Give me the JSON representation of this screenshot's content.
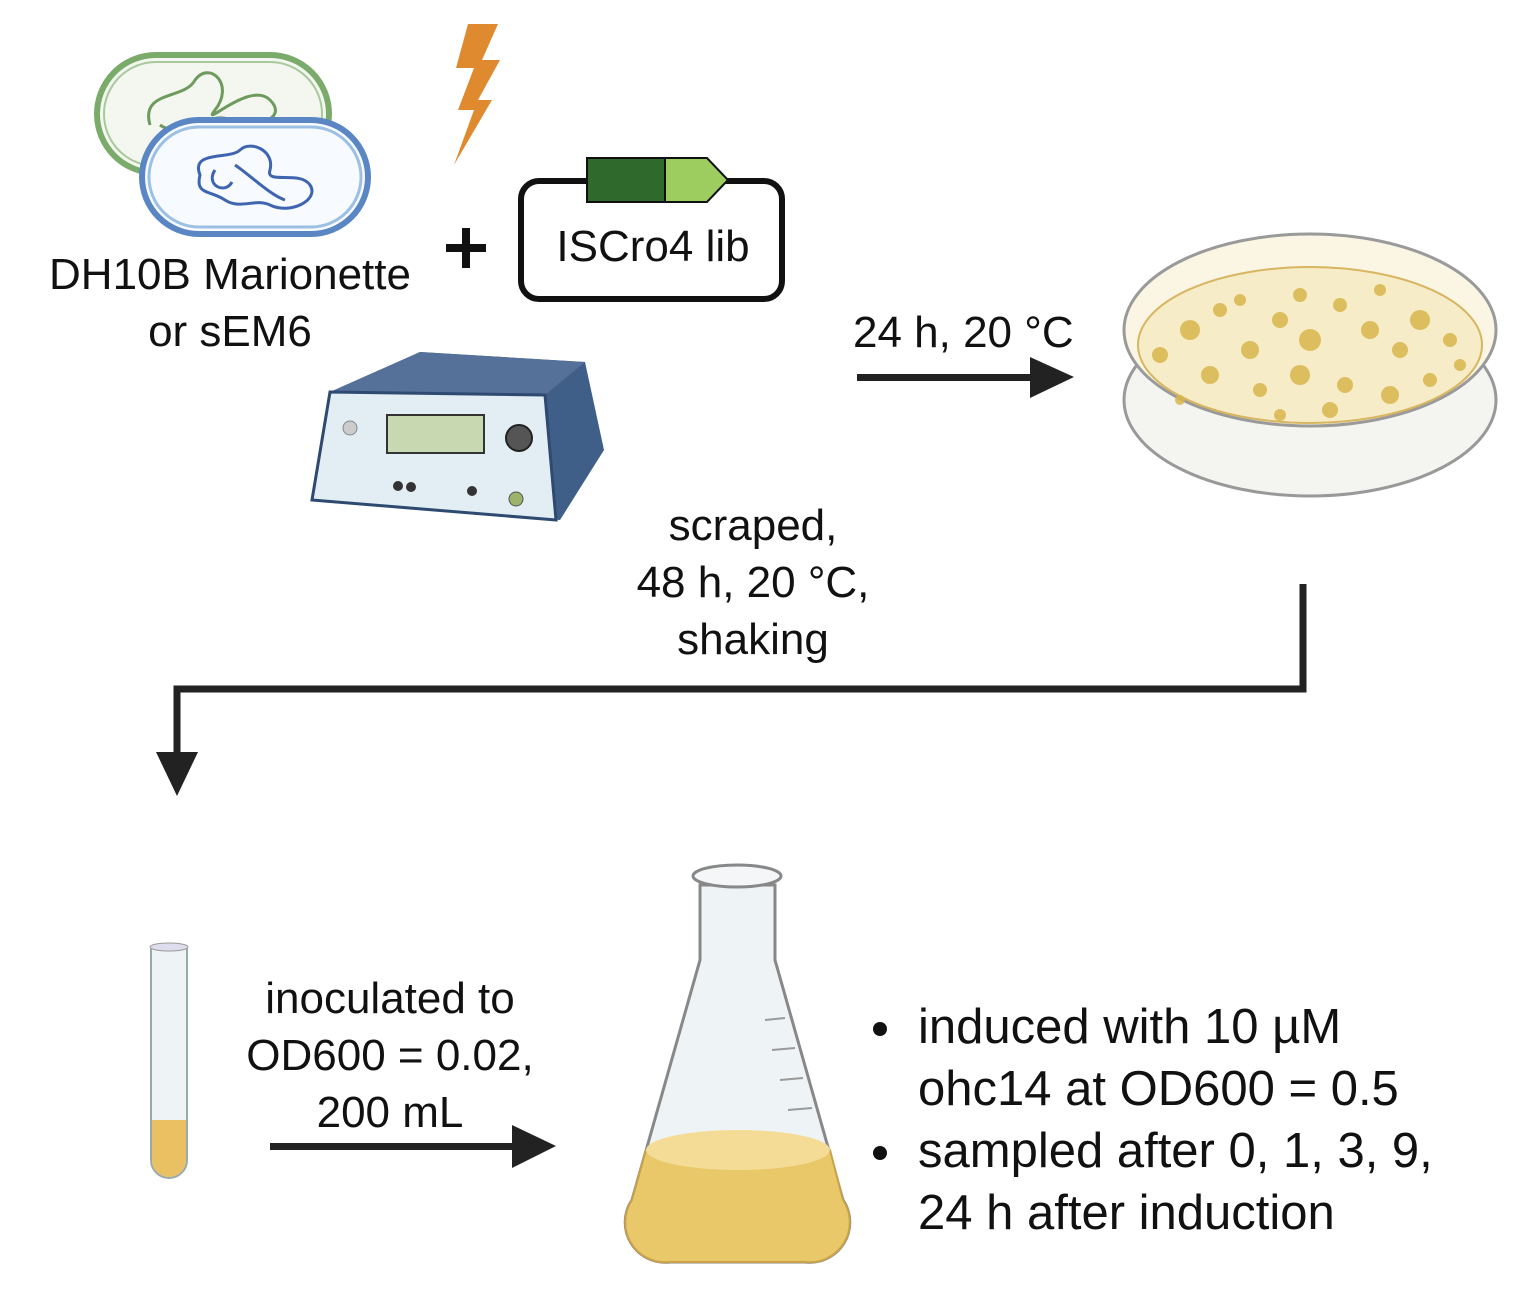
{
  "strains": {
    "line1": "DH10B Marionette",
    "line2": "or sEM6"
  },
  "plus": "+",
  "plasmid": {
    "label": "ISCro4 lib"
  },
  "step1": {
    "label": "24 h, 20 °C"
  },
  "step2": {
    "line1": "scraped,",
    "line2": "48 h, 20 °C,",
    "line3": "shaking"
  },
  "step3": {
    "line1": "inoculated to",
    "line2": "OD600 = 0.02,",
    "line3": "200 mL"
  },
  "notes": [
    {
      "line1": "induced with 10 µM",
      "line2": "ohc14 at OD600 = 0.5"
    },
    {
      "line1": "sampled after 0, 1, 3, 9,",
      "line2": "24 h after induction"
    }
  ],
  "colors": {
    "arrow": "#222222",
    "bolt": "#e08a30",
    "cell_green": "#7aab6a",
    "cell_blue": "#5b86c4",
    "device": "#3f5f88",
    "medium": "#e9c86a"
  }
}
